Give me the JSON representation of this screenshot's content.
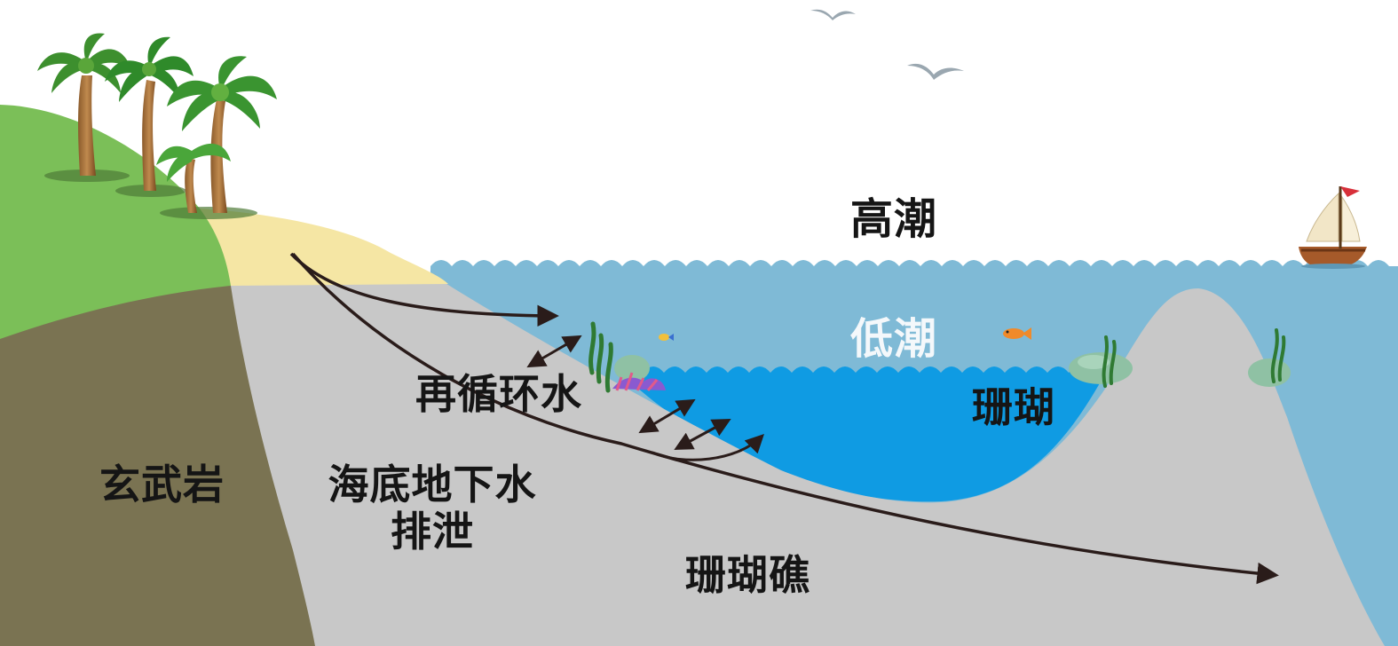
{
  "labels": {
    "high_tide": "高潮",
    "low_tide": "低潮",
    "coral": "珊瑚",
    "recirculated_water": "再循环水",
    "basalt": "玄武岩",
    "sgd_line1": "海底地下水",
    "sgd_line2": "排泄",
    "coral_reef": "珊瑚礁"
  },
  "colors": {
    "grass": "#7bbf58",
    "sand": "#f5e6a4",
    "basalt": "#7a7352",
    "seabed": "#c8c8c8",
    "ocean": "#7fbad6",
    "lagoon": "#0f9be3",
    "arrow": "#2a1c1a"
  }
}
